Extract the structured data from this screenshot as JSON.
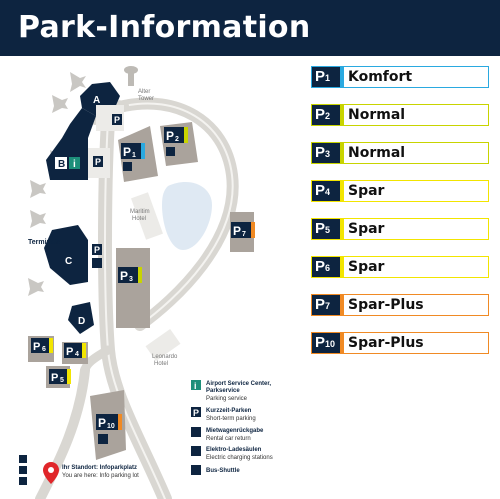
{
  "title": "Park-Information",
  "colors": {
    "navy": "#0d2440",
    "komfort": "#2aa9e0",
    "normal": "#c8d400",
    "spar": "#f2e500",
    "sparplus": "#f08a24",
    "road": "#d9d7d2",
    "building": "#aaa39c",
    "water": "#dfe9f3",
    "info": "#1d8f7a",
    "location": "#e0262a"
  },
  "lots": [
    {
      "num": "1",
      "label": "Komfort",
      "color": "#2aa9e0"
    },
    {
      "num": "2",
      "label": "Normal",
      "color": "#c8d400"
    },
    {
      "num": "3",
      "label": "Normal",
      "color": "#c8d400"
    },
    {
      "num": "4",
      "label": "Spar",
      "color": "#f2e500"
    },
    {
      "num": "5",
      "label": "Spar",
      "color": "#f2e500"
    },
    {
      "num": "6",
      "label": "Spar",
      "color": "#f2e500"
    },
    {
      "num": "7",
      "label": "Spar-Plus",
      "color": "#f08a24"
    },
    {
      "num": "10",
      "label": "Spar-Plus",
      "color": "#f08a24"
    }
  ],
  "map": {
    "terminals_label": "Terminals",
    "terminal_a": "A",
    "terminal_b": "B",
    "terminal_c": "C",
    "terminal_d": "D",
    "alter_tower_line1": "Alter",
    "alter_tower_line2": "Tower",
    "maritim_line1": "Maritim",
    "maritim_line2": "Hotel",
    "leonardo_line1": "Leonardo",
    "leonardo_line2": "Hotel",
    "p_letter": "P",
    "info_letter": "i",
    "lot_p1": "1",
    "lot_p2": "2",
    "lot_p3": "3",
    "lot_p4": "4",
    "lot_p5": "5",
    "lot_p6": "6",
    "lot_p7": "7",
    "lot_p10": "10"
  },
  "legend": {
    "service_title": "Airport Service Center,",
    "service_title2": "Parkservice",
    "service_sub": "Parking service",
    "shortterm_title": "Kurzzeit-Parken",
    "shortterm_sub": "Short-term parking",
    "rental_title": "Mietwagenrückgabe",
    "rental_sub": "Rental car return",
    "charging_title": "Elektro-Ladesäulen",
    "charging_sub": "Electric charging stations",
    "bus_title": "Bus-Shuttle"
  },
  "location": {
    "title": "Ihr Standort: Infoparkplatz",
    "sub": "You are here: Info parking lot"
  }
}
